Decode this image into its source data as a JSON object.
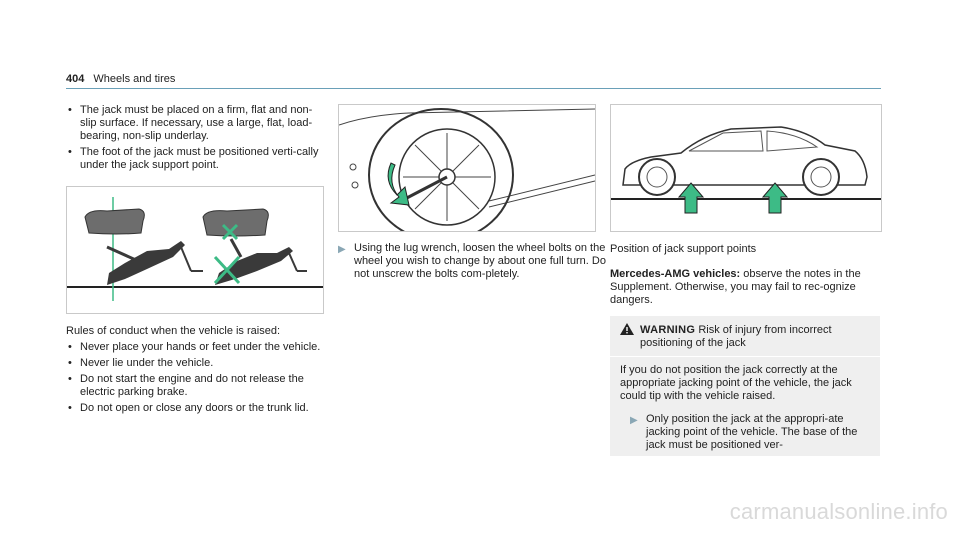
{
  "header": {
    "page_number": "404",
    "section": "Wheels and tires"
  },
  "col1": {
    "bullets_top": [
      "The jack must be placed on a firm, flat and non-slip surface. If necessary, use a large, flat, load-bearing, non-slip underlay.",
      "The foot of the jack must be positioned verti-cally under the jack support point."
    ],
    "rules_title": "Rules of conduct when the vehicle is raised:",
    "rules": [
      "Never place your hands or feet under the vehicle.",
      "Never lie under the vehicle.",
      "Do not start the engine and do not release the electric parking brake.",
      "Do not open or close any doors or the trunk lid."
    ]
  },
  "col2": {
    "step": "Using the lug wrench, loosen the wheel bolts on the wheel you wish to change by about one full turn. Do not unscrew the bolts com-pletely."
  },
  "col3": {
    "caption": "Position of jack support points",
    "amg_label": "Mercedes-AMG vehicles:",
    "amg_text": " observe the notes in the Supplement. Otherwise, you may fail to rec-ognize dangers.",
    "warning": {
      "title": "WARNING",
      "title_rest": " Risk of injury from incorrect positioning of the jack",
      "body": "If you do not position the jack correctly at the appropriate jacking point of the vehicle, the jack could tip with the vehicle raised.",
      "step": "Only position the jack at the appropri-ate jacking point of the vehicle. The base of the jack must be positioned ver-"
    }
  },
  "watermark": "carmanualsonline.info",
  "colors": {
    "accent_green": "#3dbb86",
    "rule_blue": "#6aa0b8",
    "arrow_grey": "#8aa7b5"
  }
}
